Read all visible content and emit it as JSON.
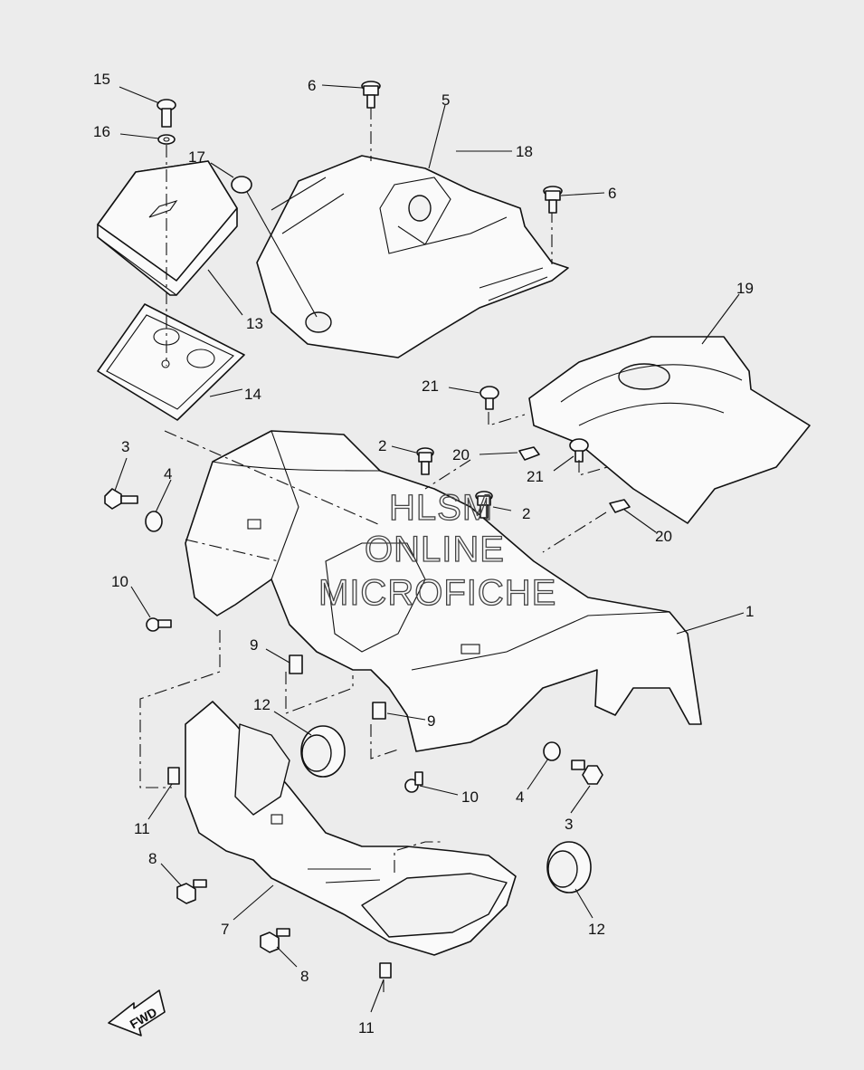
{
  "diagram": {
    "watermark": [
      "HLSM",
      "ONLINE",
      "MICROFICHE"
    ],
    "fwd_label": "FWD",
    "callouts": [
      "15",
      "16",
      "17",
      "6",
      "5",
      "18",
      "6",
      "19",
      "13",
      "14",
      "21",
      "2",
      "20",
      "21",
      "3",
      "4",
      "2",
      "20",
      "10",
      "1",
      "9",
      "12",
      "9",
      "11",
      "10",
      "4",
      "3",
      "8",
      "7",
      "12",
      "8",
      "11"
    ]
  }
}
